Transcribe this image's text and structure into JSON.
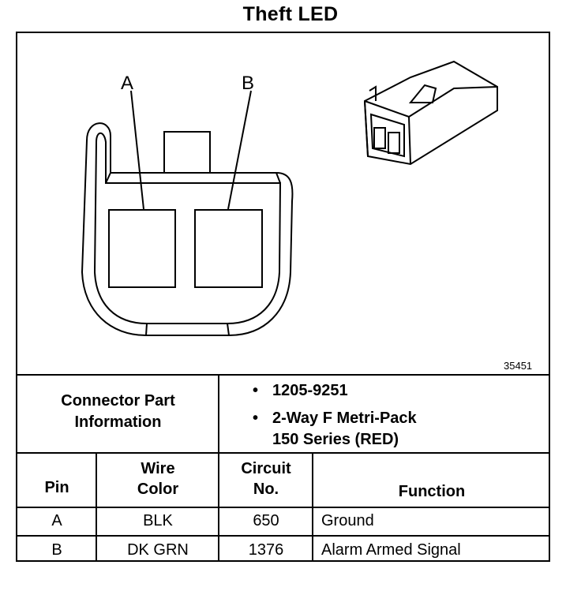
{
  "title": "Theft LED",
  "figure_number": "35451",
  "pin_labels": {
    "a": "A",
    "b": "B"
  },
  "connector_info": {
    "heading_line1": "Connector Part",
    "heading_line2": "Information",
    "part_number": "1205-9251",
    "description_line1": "2-Way F Metri-Pack",
    "description_line2": "150 Series (RED)",
    "bullet": "•"
  },
  "table": {
    "headers": {
      "pin": "Pin",
      "wire_color_line1": "Wire",
      "wire_color_line2": "Color",
      "circuit_line1": "Circuit",
      "circuit_line2": "No.",
      "function": "Function"
    },
    "rows": [
      {
        "pin": "A",
        "wire_color": "BLK",
        "circuit": "650",
        "function": "Ground"
      },
      {
        "pin": "B",
        "wire_color": "DK GRN",
        "circuit": "1376",
        "function": "Alarm Armed Signal"
      }
    ]
  }
}
